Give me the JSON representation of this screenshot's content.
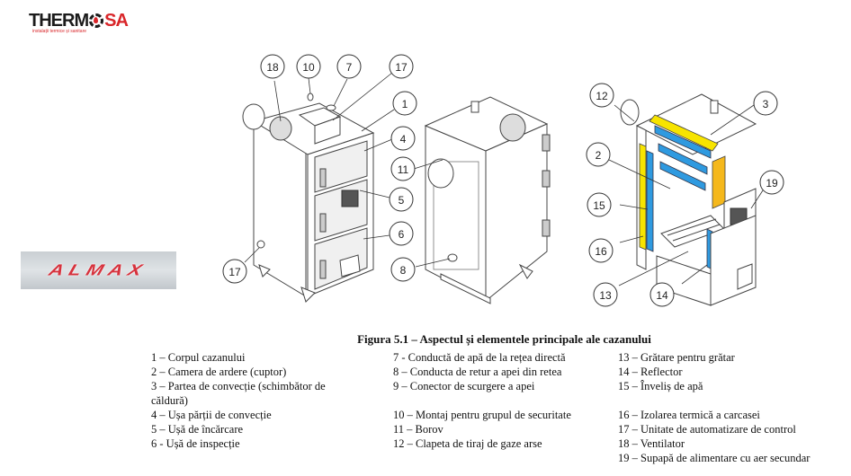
{
  "logo": {
    "brand_left": "THERM",
    "brand_right": "SA",
    "tagline": "instalații termice și sanitare",
    "brand_color": "#d9262a"
  },
  "product_logo": {
    "text": "ALMAX",
    "color": "#d6323d"
  },
  "figure": {
    "caption": "Figura 5.1 – Aspectul și elementele principale ale cazanului",
    "colors": {
      "insulation": "#f7e400",
      "water_jacket": "#2f9ae0",
      "reflector": "#f5b81c"
    },
    "callouts_front": [
      "18",
      "10",
      "7",
      "17",
      "1",
      "4",
      "5",
      "6",
      "17"
    ],
    "callouts_back": [
      "11",
      "8"
    ],
    "callouts_section": [
      "12",
      "3",
      "2",
      "19",
      "15",
      "16",
      "13",
      "14"
    ]
  },
  "legend": {
    "col1": [
      "1 – Corpul cazanului",
      "2 – Camera de ardere (cuptor)",
      "3 – Partea de convecție (schimbător de căldură)",
      "4 – Ușa părții de convecție",
      "5 – Ușă de încărcare",
      "6 - Ușă de inspecție"
    ],
    "col2": [
      "7 - Conductă de apă de la rețea directă",
      "8 – Conducta de retur a apei din retea",
      "9 – Conector de scurgere a apei",
      "10 – Montaj pentru grupul de securitate",
      "11 – Borov",
      "12 – Clapeta de tiraj de gaze arse"
    ],
    "col3": [
      "13 – Grătare pentru grătar",
      "14 – Reflector",
      "15 – Înveliș de apă",
      "16 – Izolarea termică a carcasei",
      "17 – Unitate de automatizare de control",
      "18 – Ventilator",
      "19 – Supapă de alimentare cu aer secundar"
    ]
  }
}
